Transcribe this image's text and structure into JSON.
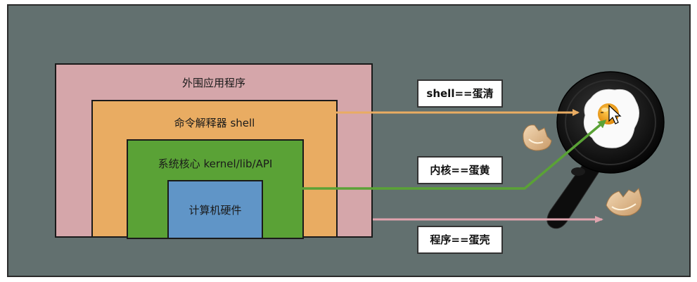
{
  "layers": {
    "outer": "外围应用程序",
    "shell": "命令解释器  shell",
    "kernel": "系统核心  kernel/lib/API",
    "hardware": "计算机硬件"
  },
  "labels": {
    "shell_egg": "shell==蛋清",
    "kernel_egg": "内核==蛋黄",
    "program_egg": "程序==蛋壳"
  },
  "colors": {
    "background": "#62706f",
    "outer": "#d5a6aa",
    "shell": "#e9ac62",
    "kernel": "#5aa236",
    "hardware": "#6095c7",
    "arrow_shell": "#e9ac62",
    "arrow_kernel": "#5aa236",
    "arrow_program": "#d5a6aa"
  },
  "icons": {
    "pan": "frying-pan-with-egg-icon",
    "cursor": "move-cursor-icon",
    "shell1": "eggshell-icon",
    "shell2": "eggshell-icon"
  }
}
